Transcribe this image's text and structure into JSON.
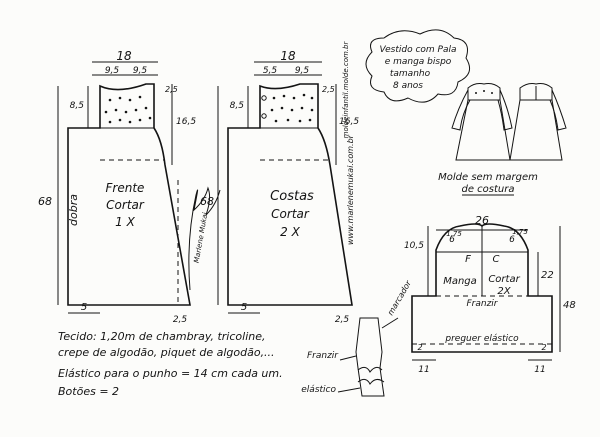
{
  "front": {
    "m_width": "18",
    "m_left": "9,5",
    "m_right": "9,5",
    "m_yoke_h": "8,5",
    "m_armhole_top": "2,5",
    "m_armhole_h": "16,5",
    "m_length": "68",
    "m_hem_left": "5",
    "m_hem_right": "2,5",
    "fold": "dobra",
    "t1": "Frente",
    "t2": "Cortar",
    "t3": "1 X"
  },
  "back": {
    "m_width": "18",
    "m_left": "5,5",
    "m_right": "9,5",
    "m_yoke_h": "8,5",
    "m_armhole_top": "2,5",
    "m_armhole_h": "16,5",
    "m_length": "68",
    "m_hem_left": "5",
    "m_hem_right": "2,5",
    "t1": "Costas",
    "t2": "Cortar",
    "t3": "2 X"
  },
  "watermark": "www.marlenemukai.com.br",
  "watermark2": "moldeinfantil.molde.com.br",
  "bubble": {
    "l1": "Vestido com Pala",
    "l2": "e manga bispo",
    "l3": "tamanho",
    "l4": "8 anos"
  },
  "caption": {
    "l1": "Molde sem margem",
    "l2": "de costura"
  },
  "sleeve": {
    "m_width": "26",
    "m_left": "6",
    "m_right": "6",
    "m_cap_l": "1,75",
    "m_cap_r": "1,75",
    "m_cap_h": "10,5",
    "m_side": "22",
    "m_total": "48",
    "m_cuff_l": "11",
    "m_cuff_r": "11",
    "m_hem_l": "2",
    "m_hem_r": "2",
    "mark_f": "F",
    "mark_c": "C",
    "t1": "Manga",
    "t2": "Cortar",
    "t3": "2X",
    "franzir": "Franzir",
    "elastic": "preguer elástico"
  },
  "cuff": {
    "franzir": "Franzir",
    "marker": "marcador",
    "elastico": "elástico"
  },
  "notes": {
    "l1": "Tecido: 1,20m de chambray, tricoline,",
    "l2": "crepe de algodão, piquet de algodão,...",
    "l3": "Elástico para o punho = 14 cm   cada um.",
    "l4": "Botões = 2"
  },
  "signature": "Marlene Mukai"
}
